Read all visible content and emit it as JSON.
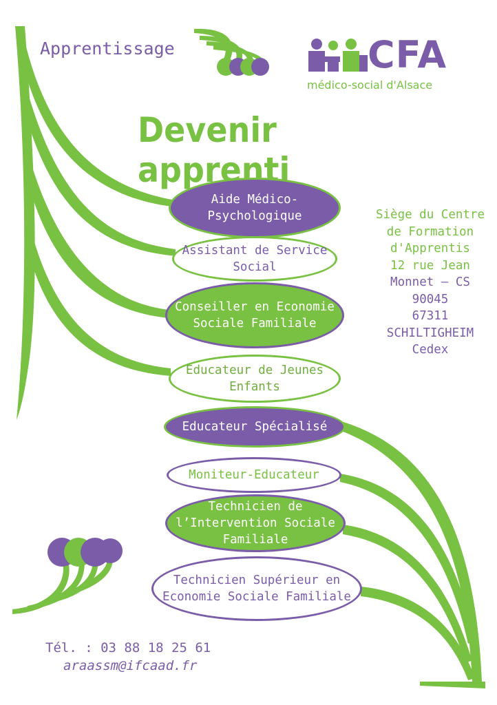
{
  "header": {
    "tagline": "Apprentissage",
    "logo": {
      "name": "CFA",
      "subtitle": "médico-social d'Alsace",
      "icon": "people-icon"
    }
  },
  "title": "Devenir apprenti",
  "careers": [
    {
      "label": "Aide Médico-Psychologique"
    },
    {
      "label": "Assistant de Service Social"
    },
    {
      "label": "Conseiller en Economie Sociale Familiale"
    },
    {
      "label": "Educateur de Jeunes Enfants"
    },
    {
      "label": "Educateur Spécialisé"
    },
    {
      "label": "Moniteur-Educateur"
    },
    {
      "label": "Technicien de l’Intervention Sociale Familiale"
    },
    {
      "label": "Technicien Supérieur en Economie Sociale Familiale"
    }
  ],
  "address": {
    "line1": "Siège du Centre",
    "line2": "de Formation",
    "line3": "d'Apprentis",
    "line4": "12 rue Jean",
    "line5": "Monnet – CS",
    "line6": "90045",
    "line7": "67311",
    "line8": "SCHILTIGHEIM",
    "line9": "Cedex"
  },
  "contact": {
    "phone": "Tél. : 03 88 18 25 61",
    "email": "araassm@ifcaad.fr"
  },
  "colors": {
    "green": "#79c142",
    "purple": "#7a5ca8"
  }
}
